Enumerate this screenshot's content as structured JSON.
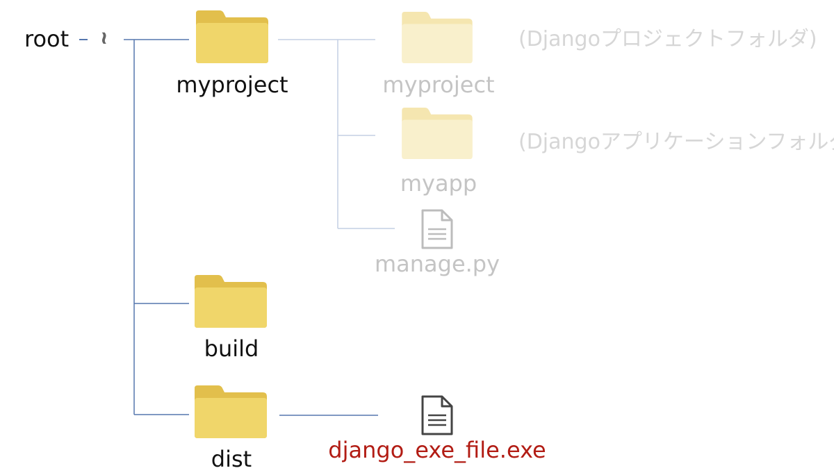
{
  "tree": {
    "root": {
      "label": "root",
      "dash": "-",
      "break_mark": "≀≀"
    },
    "children": [
      {
        "name": "myproject",
        "kind": "folder",
        "children": [
          {
            "name": "myproject",
            "kind": "folder",
            "note": "(Djangoプロジェクトフォルダ)",
            "faded": true
          },
          {
            "name": "myapp",
            "kind": "folder",
            "note": "(Djangoアプリケーションフォルダ)",
            "faded": true
          },
          {
            "name": "manage.py",
            "kind": "file",
            "faded": true
          }
        ]
      },
      {
        "name": "build",
        "kind": "folder",
        "children": []
      },
      {
        "name": "dist",
        "kind": "folder",
        "children": [
          {
            "name": "django_exe_file.exe",
            "kind": "file",
            "highlight": true
          }
        ]
      }
    ]
  },
  "colors": {
    "folder_body": "#f0d66a",
    "folder_tab": "#e2bf4c",
    "folder_body_faded": "#f9f0cc",
    "folder_tab_faded": "#f5e6b0",
    "connector": "#5576ae",
    "connector_faded": "#c3cfe4",
    "file_icon": "#444444",
    "file_icon_faded": "#bcbcbc",
    "label": "#111111",
    "label_faded": "#c4c4c4",
    "note": "#d6d6d6",
    "exe_label": "#b21c14",
    "root_dash": "#5576ae"
  }
}
